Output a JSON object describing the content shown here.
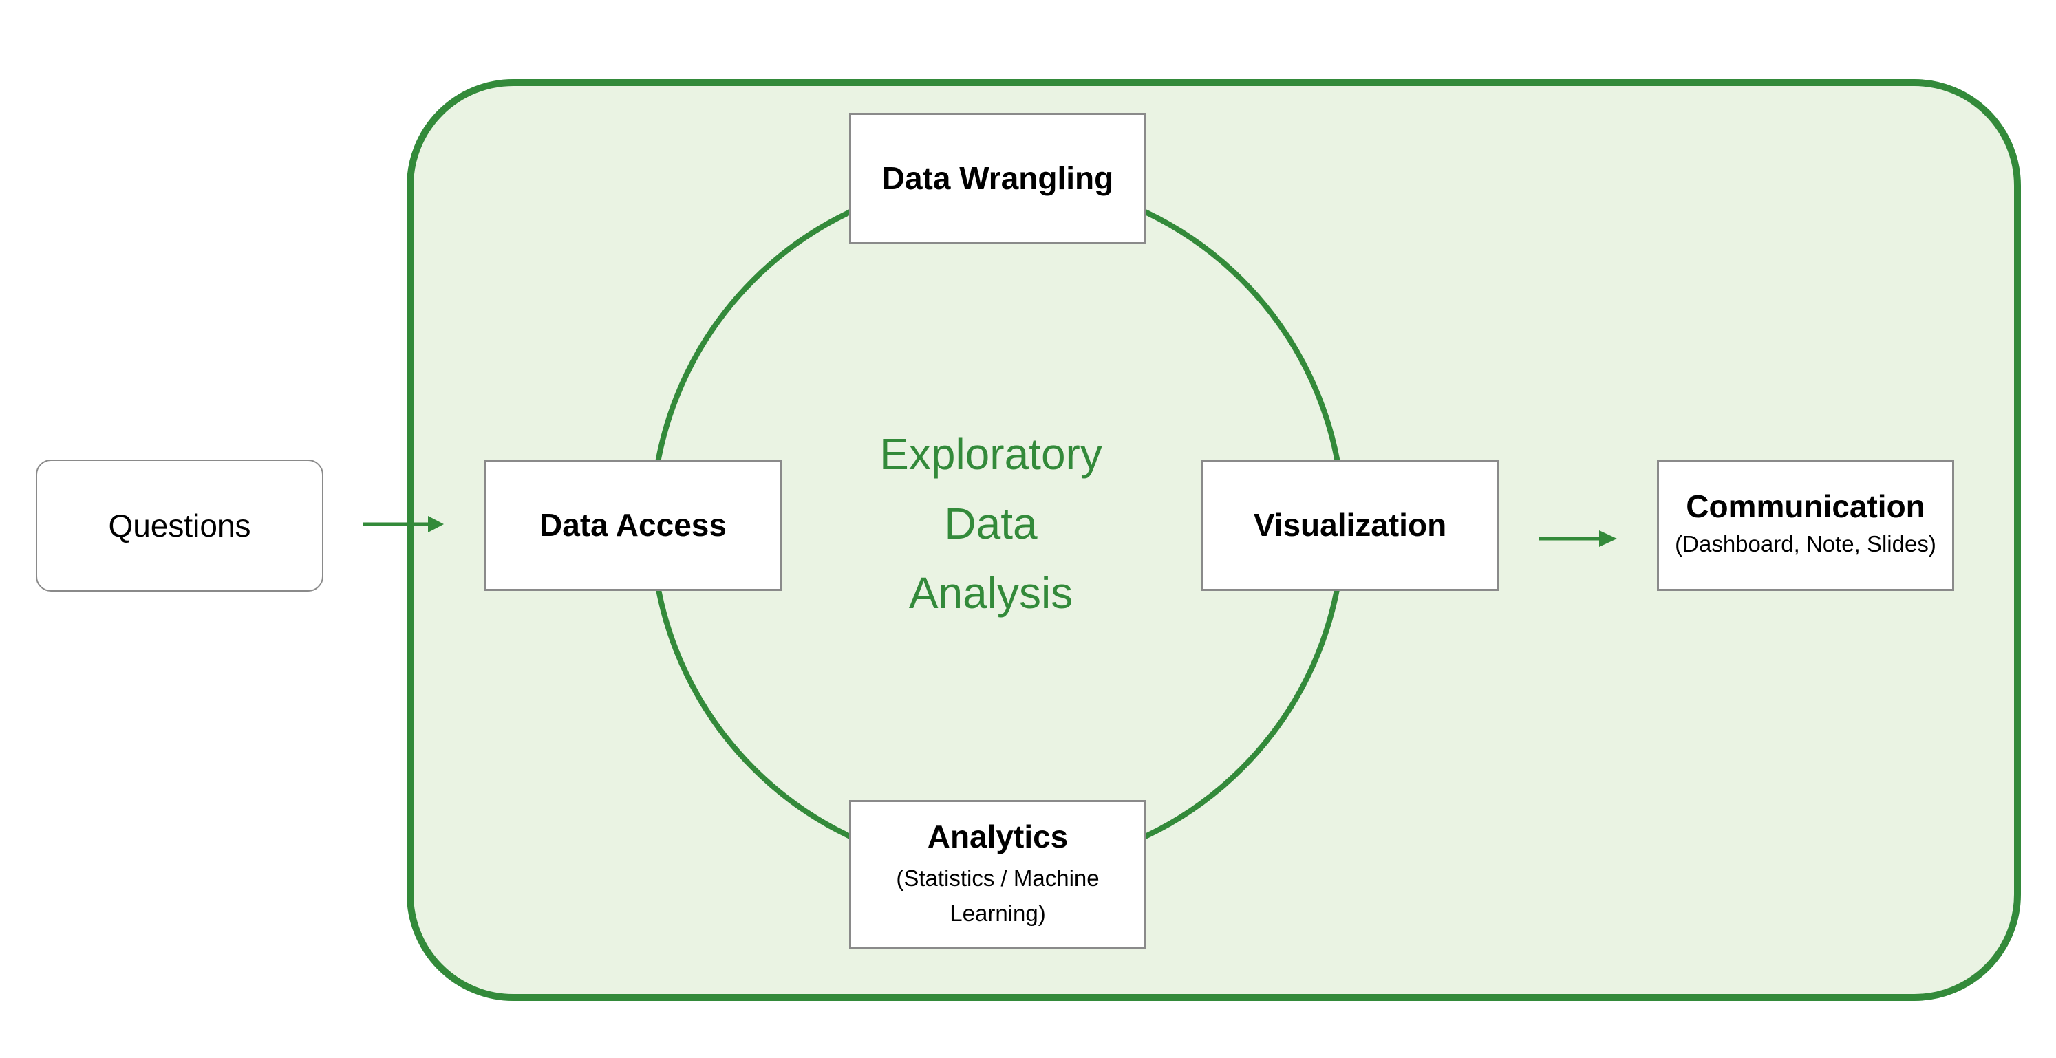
{
  "colors": {
    "accent": "#338a3a",
    "panel_fill": "#eaf3e3",
    "box_border": "#8a8a8a"
  },
  "nodes": {
    "questions": {
      "label": "Questions"
    },
    "data_wrangling": {
      "label": "Data Wrangling"
    },
    "data_access": {
      "label": "Data Access"
    },
    "visualization": {
      "label": "Visualization"
    },
    "analytics": {
      "label": "Analytics",
      "sub": "(Statistics / Machine Learning)"
    },
    "communication": {
      "label": "Communication",
      "sub": "(Dashboard, Note, Slides)"
    }
  },
  "center": {
    "line1": "Exploratory",
    "line2": "Data",
    "line3": "Analysis"
  },
  "edges": [
    {
      "from": "questions",
      "to": "data_access"
    },
    {
      "from": "visualization",
      "to": "communication"
    }
  ]
}
